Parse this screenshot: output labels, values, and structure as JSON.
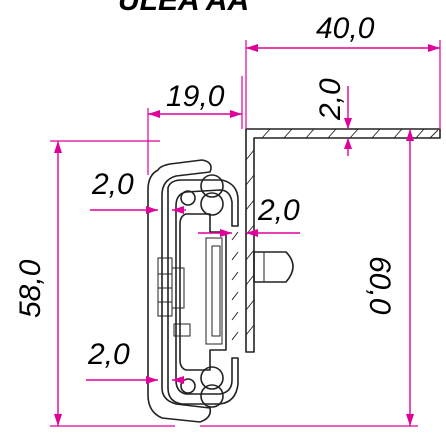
{
  "title": "ULEA AA",
  "dimensions": {
    "width_total": "40,0",
    "width_rail": "19,0",
    "flange_thickness": "2,0",
    "height_rail": "58,0",
    "height_total": "60,0",
    "gap_upper": "2,0",
    "gap_middle": "2,0",
    "gap_lower": "2,0"
  },
  "colors": {
    "dimension": "#e0009a",
    "outline": "#222222"
  }
}
